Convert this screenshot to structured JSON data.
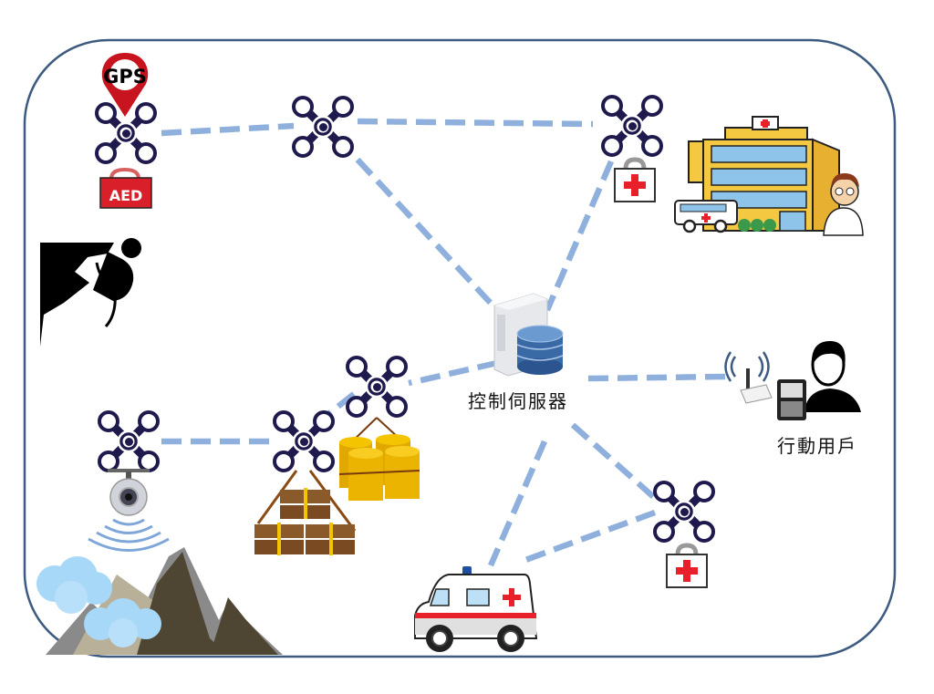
{
  "diagram": {
    "title": "",
    "colors": {
      "frame": "#3d5a80",
      "link": "#8fb0dc",
      "drone": "#1f1a4d",
      "red_cross": "#e8202a",
      "aed_box": "#d9202a",
      "gps_pin": "#c8141e"
    },
    "nodes": {
      "server": {
        "label": "控制伺服器",
        "icon": "server-database-icon"
      },
      "mobile_user": {
        "label": "行動用戶",
        "icon": "person-phone-router-icon"
      },
      "drone_gps_aed": {
        "icon": "drone-icon",
        "badges": [
          "GPS",
          "AED"
        ]
      },
      "drone_top_middle": {
        "icon": "drone-icon"
      },
      "drone_medkit_top": {
        "icon": "drone-icon",
        "payload": "first-aid-kit"
      },
      "drone_supplies_upper": {
        "icon": "drone-icon",
        "payload": "fuel-barrels"
      },
      "drone_supplies_lower": {
        "icon": "drone-icon",
        "payload": "wooden-crates"
      },
      "drone_camera": {
        "icon": "drone-icon",
        "payload": "camera"
      },
      "drone_medkit_bottom": {
        "icon": "drone-icon",
        "payload": "first-aid-kit"
      },
      "hospital": {
        "icon": "hospital-icon"
      },
      "ambulance": {
        "icon": "ambulance-icon"
      },
      "climber": {
        "icon": "rock-climber-icon"
      },
      "mountain": {
        "icon": "mountain-clouds-icon"
      }
    },
    "links": [
      [
        "drone_gps_aed",
        "drone_top_middle"
      ],
      [
        "drone_top_middle",
        "drone_medkit_top"
      ],
      [
        "drone_top_middle",
        "server"
      ],
      [
        "drone_medkit_top",
        "server"
      ],
      [
        "server",
        "drone_supplies_upper"
      ],
      [
        "drone_supplies_upper",
        "drone_supplies_lower"
      ],
      [
        "drone_camera",
        "drone_supplies_lower"
      ],
      [
        "server",
        "mobile_user"
      ],
      [
        "server",
        "ambulance"
      ],
      [
        "server",
        "drone_medkit_bottom"
      ],
      [
        "drone_medkit_bottom",
        "ambulance"
      ]
    ],
    "badges": {
      "gps": "GPS",
      "aed": "AED"
    }
  }
}
